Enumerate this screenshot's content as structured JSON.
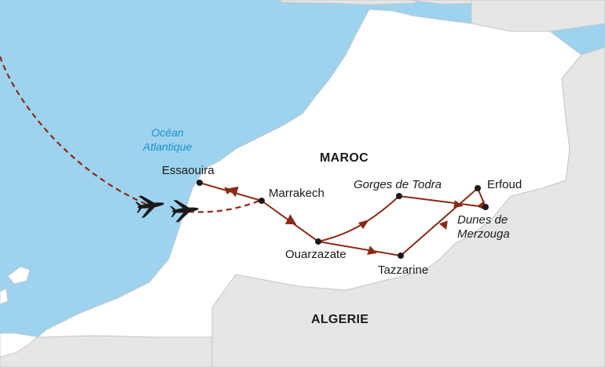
{
  "map": {
    "ocean": {
      "line1": "Océan",
      "line2": "Atlantique"
    },
    "countries": {
      "morocco": "MAROC",
      "algeria": "ALGERIE"
    },
    "places": {
      "essaouira": "Essaouira",
      "marrakech": "Marrakech",
      "ouarzazate": "Ouarzazate",
      "gorges": "Gorges de Todra",
      "erfoud": "Erfoud",
      "dunes_line1": "Dunes de",
      "dunes_line2": "Merzouga",
      "tazzarine": "Tazzarine"
    },
    "colors": {
      "sea": "#9dd3ee",
      "land": "#ffffff",
      "neighbor": "#e6e6e6",
      "route": "#8b2a14",
      "ocean_label": "#1a8fd0"
    },
    "icons": [
      "airplane-icon",
      "airplane-icon"
    ]
  }
}
